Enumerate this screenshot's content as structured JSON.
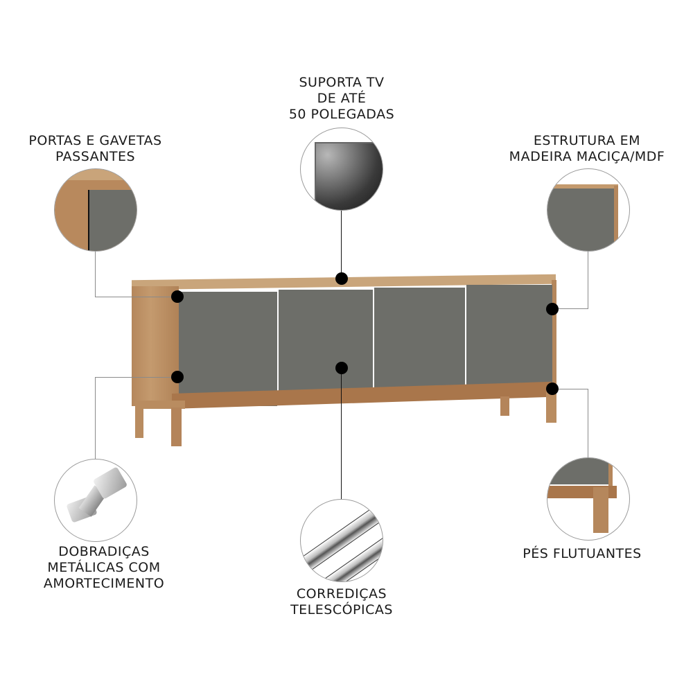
{
  "features": {
    "tv_support": {
      "lines": [
        "SUPORTA TV",
        "DE ATÉ",
        "50 POLEGADAS"
      ],
      "icon": "tv-screen-icon"
    },
    "doors": {
      "lines": [
        "PORTAS E GAVETAS",
        "PASSANTES"
      ],
      "icon": "door-corner-detail-icon"
    },
    "structure": {
      "lines": [
        "ESTRUTURA EM",
        "MADEIRA MACIÇA/MDF"
      ],
      "icon": "structure-corner-detail-icon"
    },
    "hinges": {
      "lines": [
        "DOBRADIÇAS",
        "METÁLICAS COM",
        "AMORTECIMENTO"
      ],
      "icon": "hinge-icon"
    },
    "slides": {
      "lines": [
        "CORREDIÇAS",
        "TELESCÓPICAS"
      ],
      "icon": "drawer-slide-icon"
    },
    "feet": {
      "lines": [
        "PÉS FLUTUANTES"
      ],
      "icon": "floating-foot-icon"
    }
  },
  "colors": {
    "wood": "#b5875c",
    "door_gray": "#6d6e69",
    "callout_dot": "#000000",
    "text": "#1a1a1a"
  }
}
